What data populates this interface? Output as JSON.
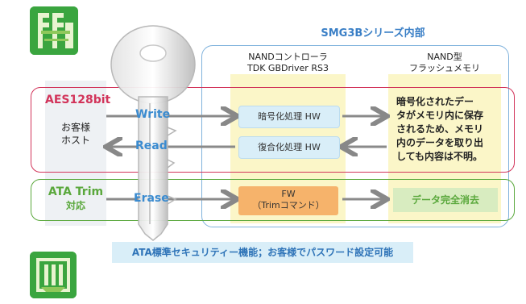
{
  "header": {
    "series_title": "SMG3Bシリーズ内部",
    "col_controller": [
      "NANDコントローラ",
      "TDK GBDriver RS3"
    ],
    "col_memory": [
      "NAND型",
      "フラッシュメモリ"
    ]
  },
  "rows": {
    "aes_label": "AES128bit",
    "host_label": [
      "お客様",
      "ホスト"
    ],
    "trim_label": [
      "ATA Trim",
      "対応"
    ]
  },
  "ops": {
    "write": "Write",
    "read": "Read",
    "erase": "Erase"
  },
  "blocks": {
    "encrypt": "暗号化処理 HW",
    "decrypt": "復合化処理 HW",
    "fw": [
      "FW",
      "（Trimコマンド）"
    ],
    "erase_complete": "データ完全消去"
  },
  "note": [
    "暗号化されたデー",
    "タがメモリ内に保存",
    "されるため、メモリ",
    "内のデータを取り出",
    "しても内容は不明。"
  ],
  "footer": "ATA標準セキュリティー機能；お客様でパスワード設定可能",
  "colors": {
    "blue": "#3a8bd0",
    "red": "#d2345a",
    "green": "#5aa83c",
    "yellow": "#fbf6c8",
    "orange": "#f6b36b",
    "light_blue": "#d9eef8"
  }
}
